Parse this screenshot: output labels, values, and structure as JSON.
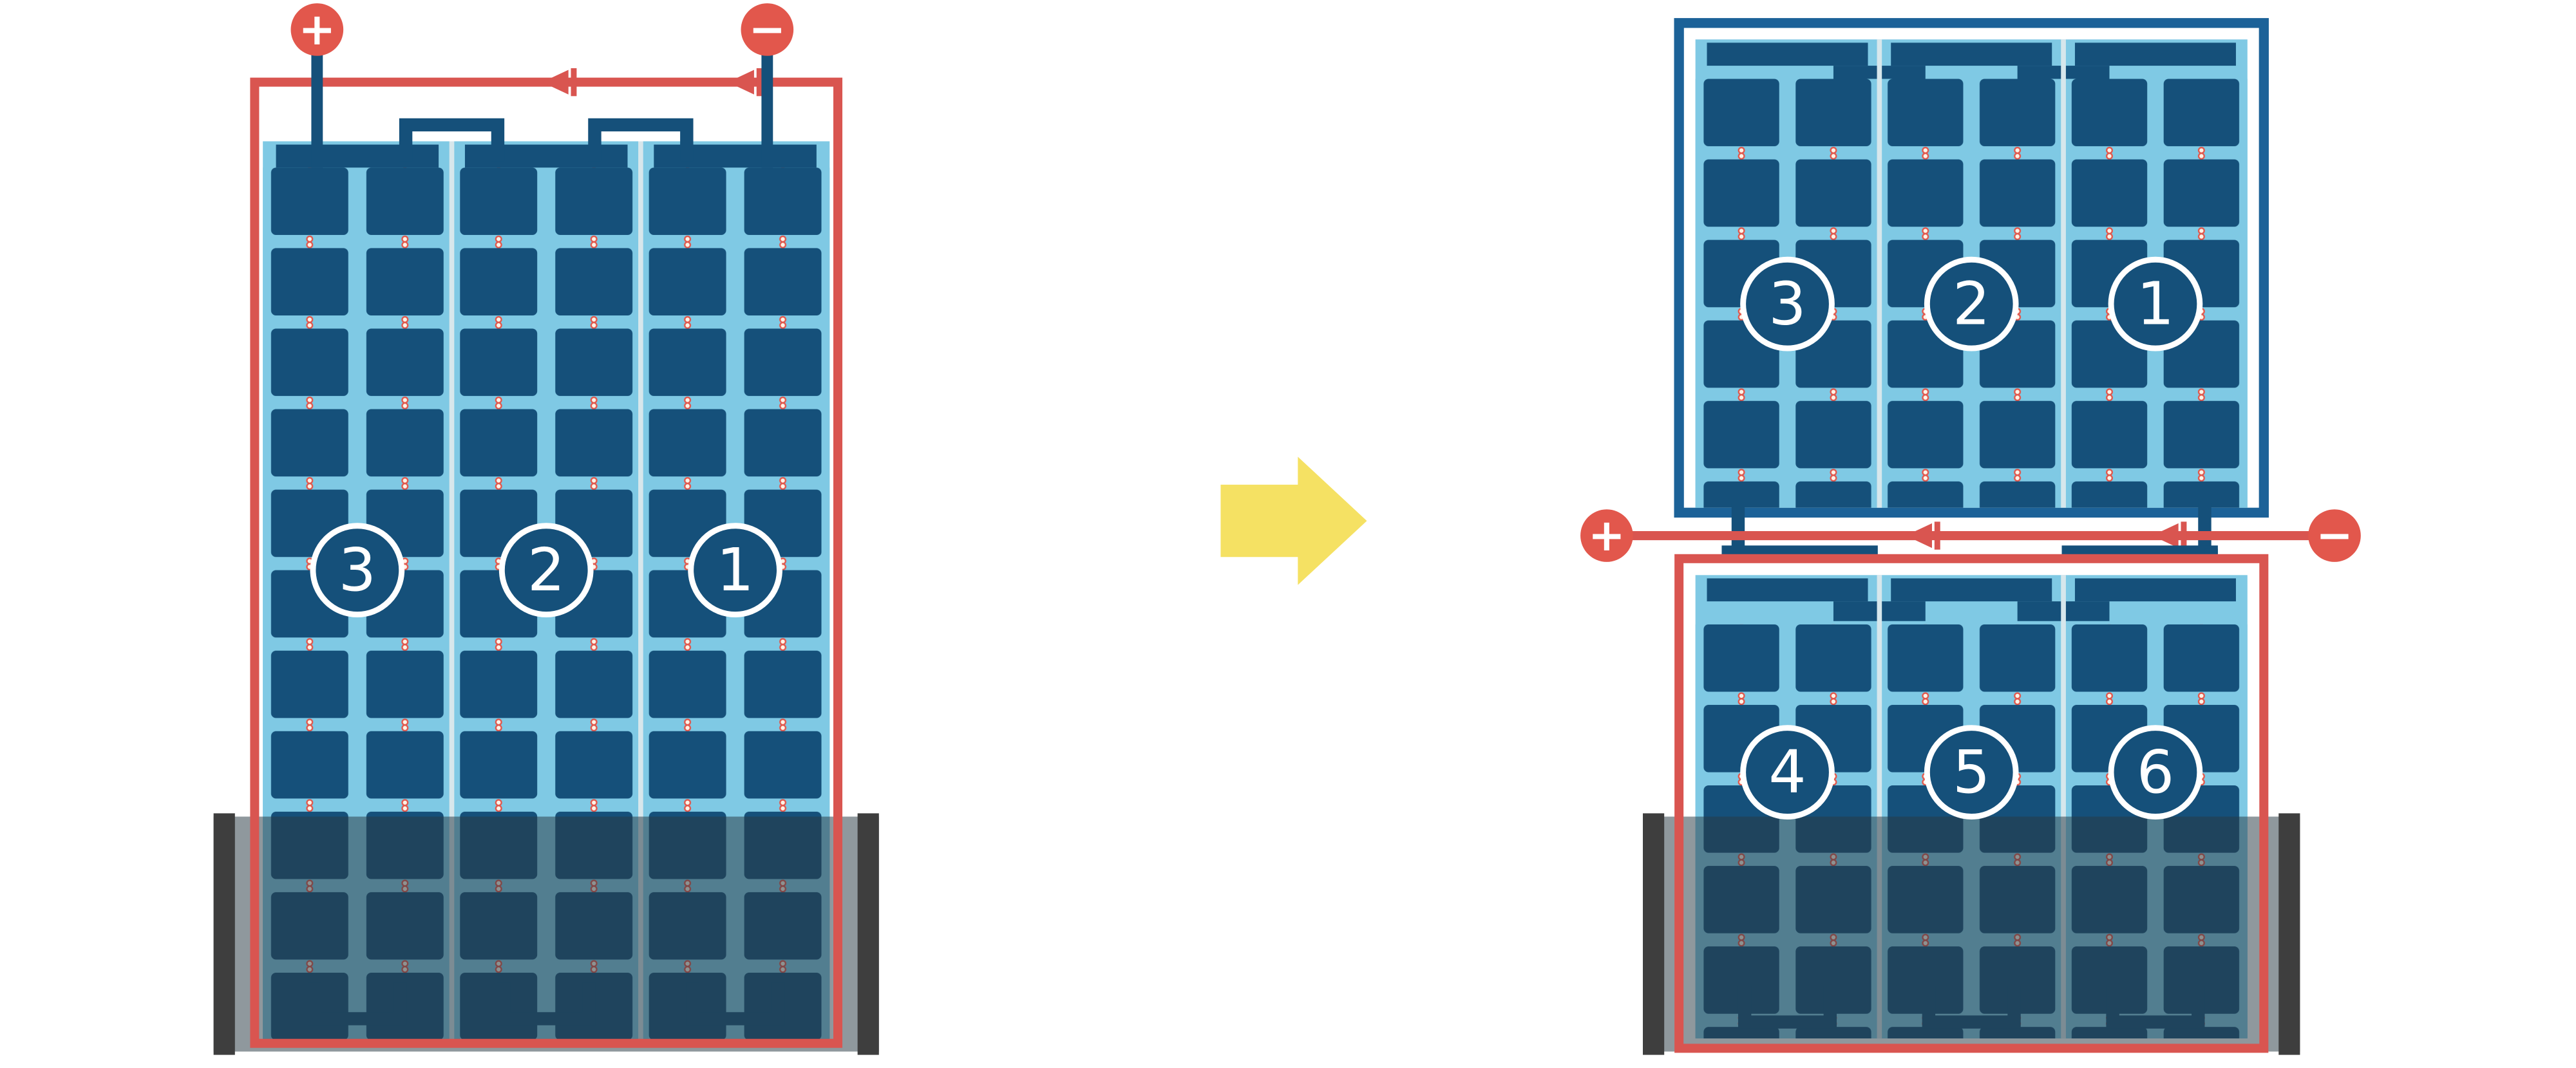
{
  "left_string": {
    "terminal_plus": "+",
    "terminal_minus": "−",
    "modules": [
      {
        "label": "3"
      },
      {
        "label": "2"
      },
      {
        "label": "1"
      }
    ]
  },
  "right_strings": {
    "terminal_plus": "+",
    "terminal_minus": "−",
    "top": {
      "modules": [
        {
          "label": "3"
        },
        {
          "label": "2"
        },
        {
          "label": "1"
        }
      ]
    },
    "bottom": {
      "modules": [
        {
          "label": "4"
        },
        {
          "label": "5"
        },
        {
          "label": "6"
        }
      ]
    }
  },
  "colors": {
    "light_blue": "#7FC9E4",
    "cell_navy": "#15507A",
    "wire_red": "#D95550",
    "terminal_red": "#E2574C",
    "string_blue_border": "#1C6298",
    "arrow_yellow": "#F5E163",
    "shade_overlay": "rgba(40,58,68,0.52)",
    "post_gray": "#3E3E3E",
    "separator": "#D7E7EC"
  }
}
